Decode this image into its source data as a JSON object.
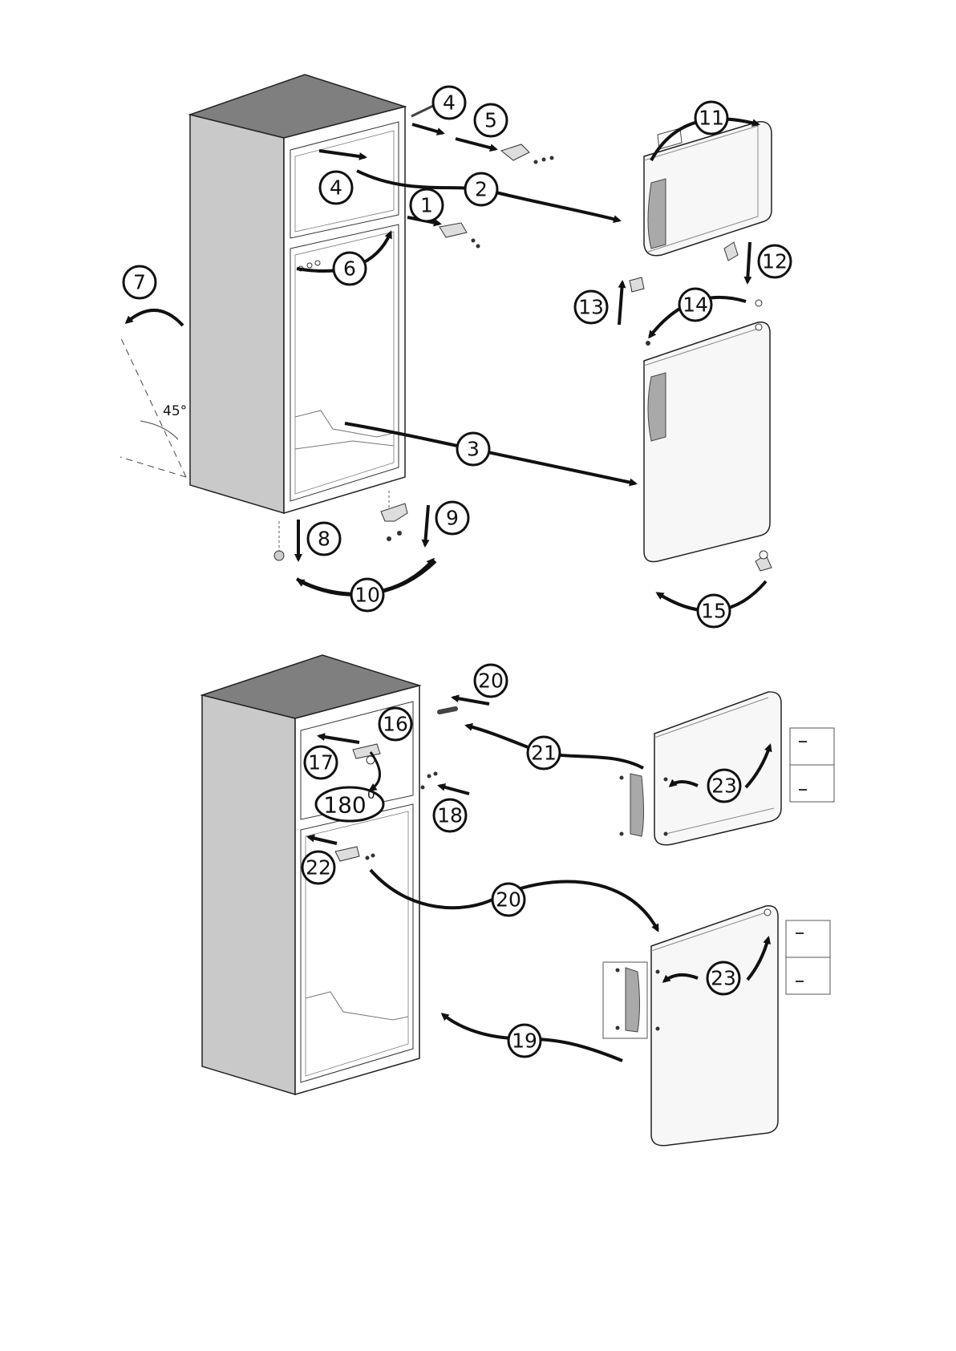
{
  "angle_label": "45°",
  "rotation_label": "180",
  "rotation_sup": "0",
  "steps": {
    "s1": "1",
    "s2": "2",
    "s3": "3",
    "s4a": "4",
    "s4b": "4",
    "s5": "5",
    "s6": "6",
    "s7": "7",
    "s8": "8",
    "s9": "9",
    "s10": "10",
    "s11": "11",
    "s12": "12",
    "s13": "13",
    "s14": "14",
    "s15": "15",
    "s16": "16",
    "s17": "17",
    "s18": "18",
    "s19": "19",
    "s20a": "20",
    "s20b": "20",
    "s21": "21",
    "s22": "22",
    "s23a": "23",
    "s23b": "23",
    "s23c": "23"
  },
  "colors": {
    "cabinet_side": "#c9c9c9",
    "cabinet_top": "#7f7f7f",
    "door_face": "#f7f7f7",
    "handle": "#a9a9a9",
    "ink": "#111111"
  }
}
